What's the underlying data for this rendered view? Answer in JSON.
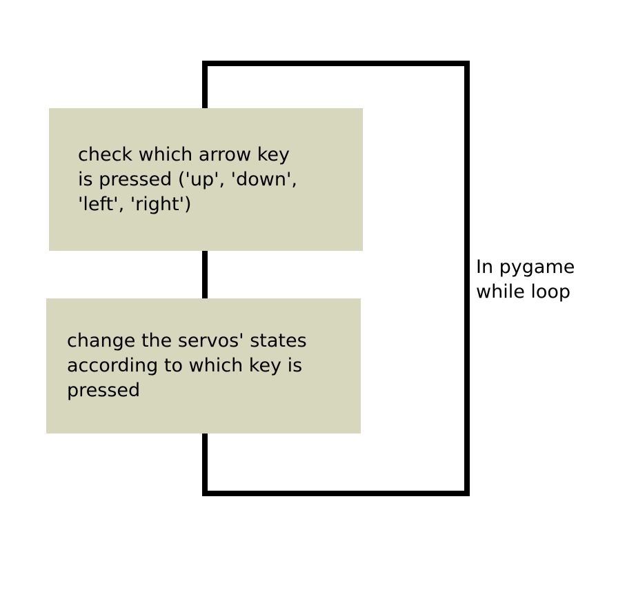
{
  "diagram": {
    "type": "flowchart",
    "title": "In pygame while loop",
    "colors": {
      "box_fill": "#d6d7bd",
      "line": "#000000",
      "text": "#000000",
      "background": "#ffffff"
    },
    "steps": [
      {
        "id": "step-check-key",
        "text": "check which arrow key\nis pressed ('up', 'down',\n'left', 'right')"
      },
      {
        "id": "step-change-servos",
        "text": "change the servos' states\naccording to which key is\npressed"
      }
    ],
    "loop": {
      "label": "In pygame\nwhile loop"
    }
  }
}
